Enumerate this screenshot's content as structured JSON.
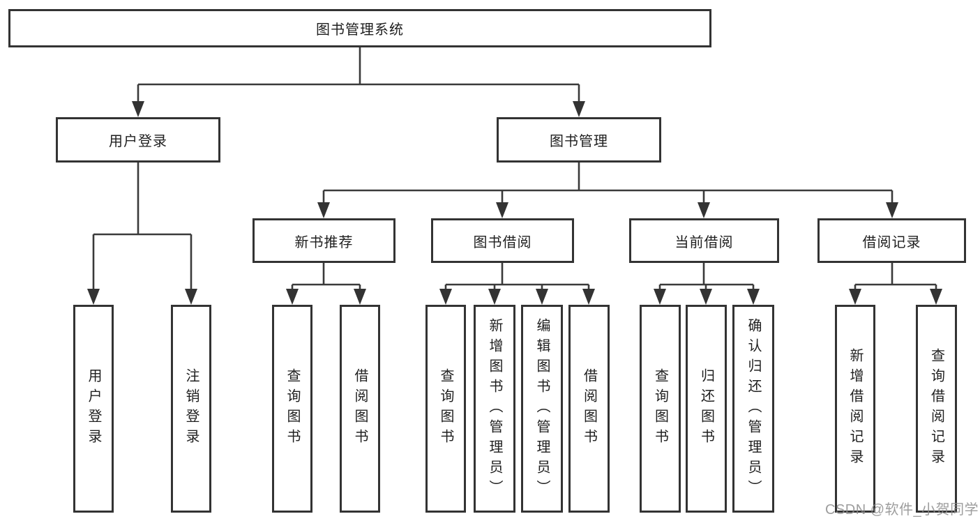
{
  "diagram": {
    "watermark": "CSDN @软件_小贺同学",
    "colors": {
      "line": "#3a3a3a",
      "box_border": "#333333",
      "text": "#1f1f1f",
      "watermark": "#8c8c8c",
      "background": "#ffffff"
    },
    "tree": {
      "label": "图书管理系统",
      "children": [
        {
          "label": "用户登录",
          "children": [
            {
              "label": "用户登录"
            },
            {
              "label": "注销登录"
            }
          ]
        },
        {
          "label": "图书管理",
          "children": [
            {
              "label": "新书推荐",
              "children": [
                {
                  "label": "查询图书"
                },
                {
                  "label": "借阅图书"
                }
              ]
            },
            {
              "label": "图书借阅",
              "children": [
                {
                  "label": "查询图书"
                },
                {
                  "label": "新增图书（管理员）"
                },
                {
                  "label": "编辑图书（管理员）"
                },
                {
                  "label": "借阅图书"
                }
              ]
            },
            {
              "label": "当前借阅",
              "children": [
                {
                  "label": "查询图书"
                },
                {
                  "label": "归还图书"
                },
                {
                  "label": "确认归还（管理员）"
                }
              ]
            },
            {
              "label": "借阅记录",
              "children": [
                {
                  "label": "新增借阅记录"
                },
                {
                  "label": "查询借阅记录"
                }
              ]
            }
          ]
        }
      ]
    }
  }
}
